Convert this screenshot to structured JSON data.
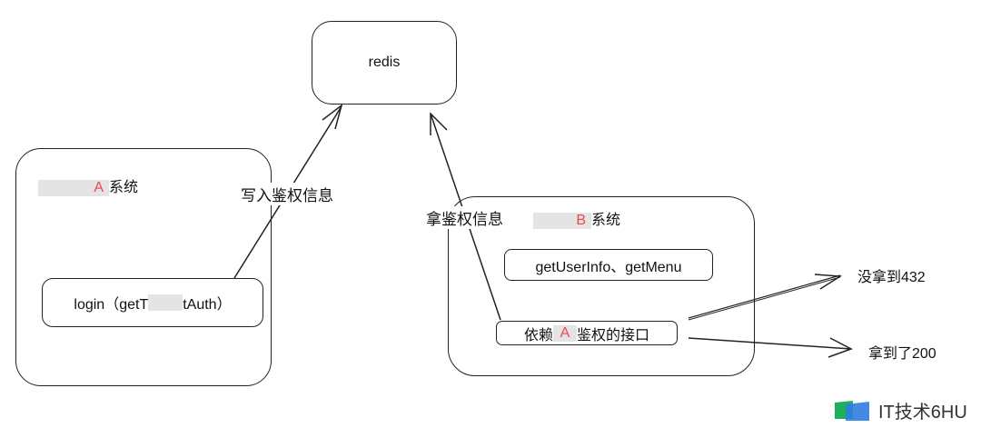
{
  "nodes": {
    "redis": {
      "label": "redis"
    },
    "system_a": {
      "prefix_redacted": "A",
      "suffix": "系统"
    },
    "login": {
      "text_before": "login（getT",
      "text_after": "tAuth）"
    },
    "system_b": {
      "prefix_redacted": "B",
      "suffix": "系统"
    },
    "get_user_info": {
      "label": "getUserInfo、getMenu"
    },
    "dependent_api": {
      "text_before": "依赖",
      "redacted": "A",
      "text_after": "鉴权的接口"
    }
  },
  "edges": {
    "write_auth": {
      "label": "写入鉴权信息"
    },
    "read_auth": {
      "label": "拿鉴权信息"
    },
    "fail": {
      "label": "没拿到432"
    },
    "success": {
      "label": "拿到了200"
    }
  },
  "watermark": {
    "text": "IT技术6HU",
    "colors": [
      "#1fb15a",
      "#2f7de1"
    ]
  }
}
